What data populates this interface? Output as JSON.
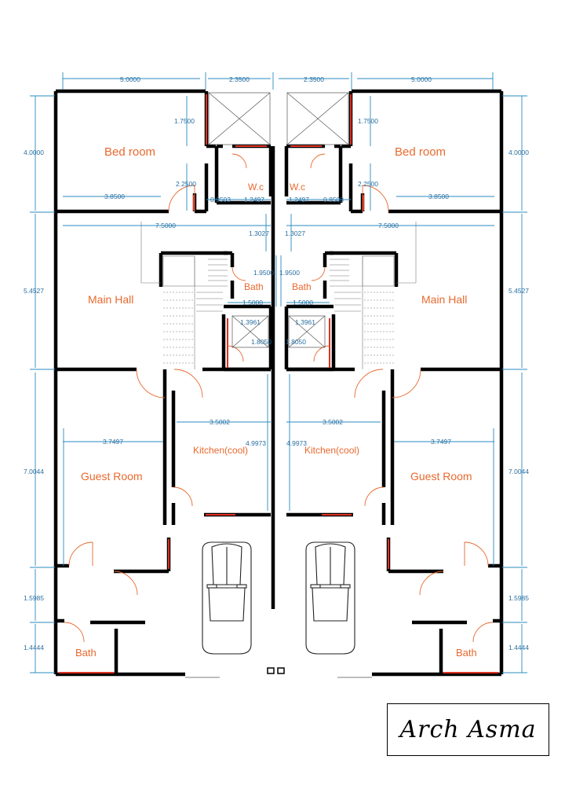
{
  "rooms": {
    "bedroom": "Bed room",
    "wc": "W.c",
    "main_hall": "Main Hall",
    "bath": "Bath",
    "guest_room": "Guest Room",
    "kitchen": "Kitchen(cool)"
  },
  "dims": {
    "top_outer": "5.0000",
    "top_inner": "2.3500",
    "h_4000": "4.0000",
    "h_5452": "5.4527",
    "h_7004": "7.0044",
    "h_1598": "1.5985",
    "h_1444": "1.4444",
    "d_1750": "1.7500",
    "d_2250": "2.2500",
    "d_3850": "3.8500",
    "d_0950": "0.9503",
    "d_1249": "1.2497",
    "d_7500": "7.5000",
    "d_1302": "1.3027",
    "d_1950": "1.9500",
    "d_1500": "1.5000",
    "d_1396": "1.3961",
    "d_1805": "1.8050",
    "d_3500": "3.5002",
    "d_4997": "4.9973",
    "d_3749": "3.7497"
  },
  "signature": "Arch Asma",
  "colors": {
    "walls": "#000000",
    "dimensions": "#2a8bc0",
    "room_labels": "#e8692e",
    "windows": "#e03020"
  }
}
